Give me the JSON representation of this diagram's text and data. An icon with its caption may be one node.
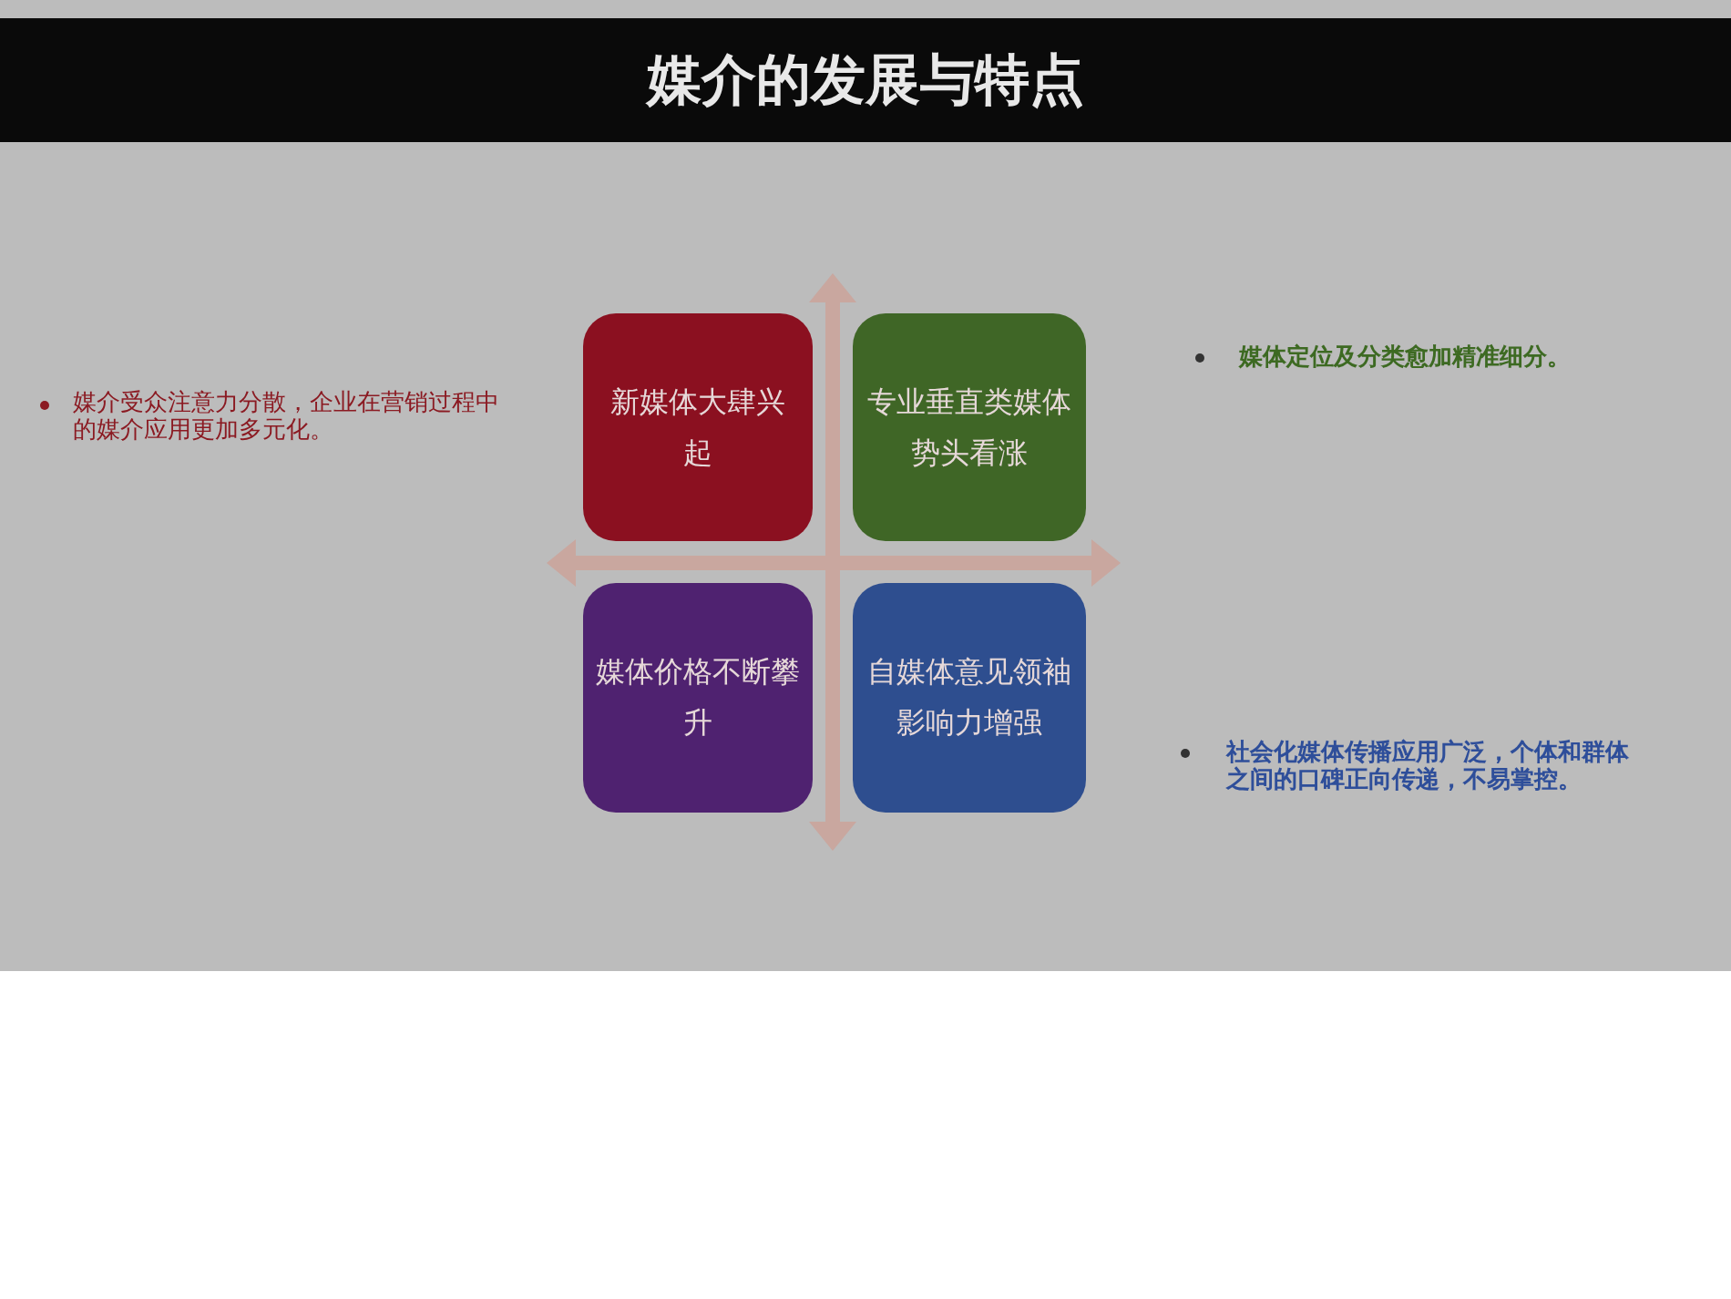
{
  "diagram": {
    "title": "媒介的发展与特点",
    "nodes": [
      {
        "text": [
          "新媒体大肆兴起"
        ]
      },
      {
        "text": [
          "专业垂直类媒体势头看涨"
        ]
      },
      {
        "text": [
          "媒体价格不断攀升"
        ]
      },
      {
        "text": [
          "自媒体意见领袖影响力增强"
        ]
      }
    ],
    "edges": [],
    "labels": [
      "媒介受众注意力分散，企业在营销过程中的媒介应用更加多元化。",
      "媒体定位及分类愈加精准细分。",
      "社会化媒体传播应用广泛，个体和群体之间的口碑正向传递，不易掌控。"
    ]
  }
}
